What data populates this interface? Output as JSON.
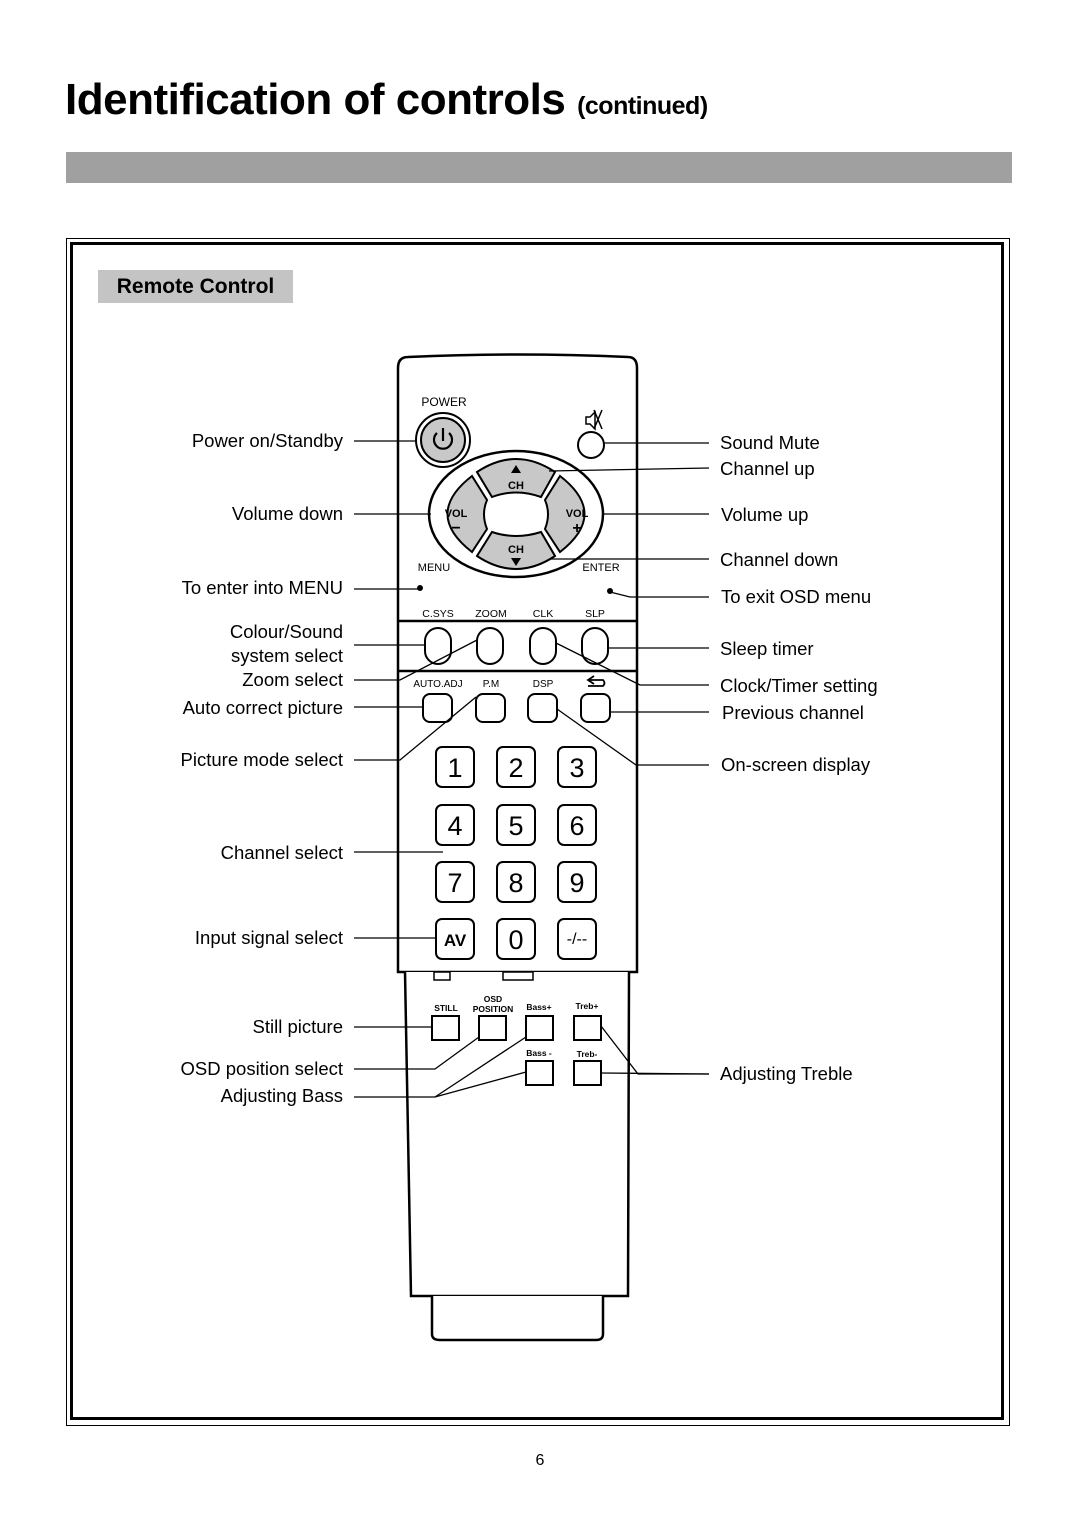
{
  "page": {
    "title_main": "Identification of controls",
    "title_sub": "(continued)",
    "section": "Remote Control",
    "page_number": "6"
  },
  "remote": {
    "power_label": "POWER",
    "ch": "CH",
    "vol": "VOL",
    "vol_minus": "−",
    "vol_plus": "+",
    "menu": "MENU",
    "enter": "ENTER",
    "row1": [
      "C.SYS",
      "ZOOM",
      "CLK",
      "SLP"
    ],
    "row2": [
      "AUTO.ADJ",
      "P.M",
      "DSP"
    ],
    "digits": [
      "1",
      "2",
      "3",
      "4",
      "5",
      "6",
      "7",
      "8",
      "9",
      "AV",
      "0",
      "-/--"
    ],
    "lower_top": [
      "STILL",
      "OSD",
      "POSITION",
      "Bass+",
      "Treb+"
    ],
    "lower_bottom": [
      "Bass -",
      "Treb-"
    ]
  },
  "labels_left": [
    "Power on/Standby",
    "Volume down",
    "To enter into MENU",
    "Colour/Sound",
    "system select",
    "Zoom select",
    "Auto correct picture",
    "Picture mode select",
    "Channel select",
    "Input signal select",
    "Still picture",
    "OSD position select",
    "Adjusting Bass"
  ],
  "labels_right": [
    "Sound Mute",
    "Channel up",
    "Volume up",
    "Channel down",
    "To exit OSD menu",
    "Sleep timer",
    "Clock/Timer setting",
    "Previous channel",
    "On-screen display",
    "Adjusting Treble"
  ],
  "icons": {
    "power": "power-icon",
    "mute": "speaker-mute-icon",
    "previous_channel": "return-arrow-icon",
    "up": "triangle-up-icon",
    "down": "triangle-down-icon"
  }
}
